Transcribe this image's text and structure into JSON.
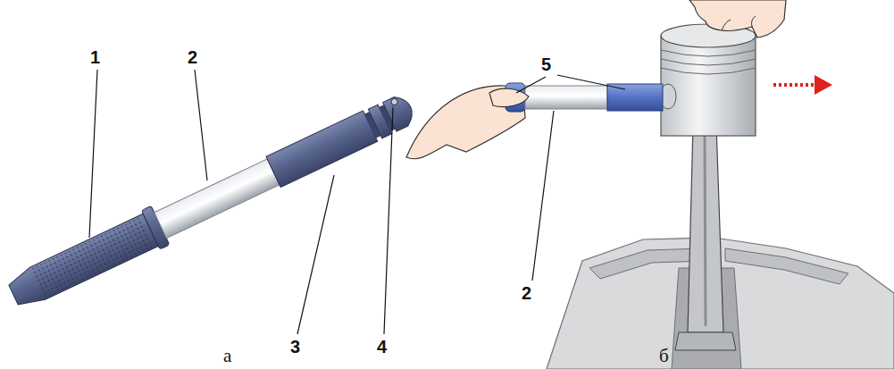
{
  "diagram": {
    "labels": [
      "1",
      "2",
      "3",
      "4",
      "а",
      "5",
      "2",
      "б"
    ]
  }
}
